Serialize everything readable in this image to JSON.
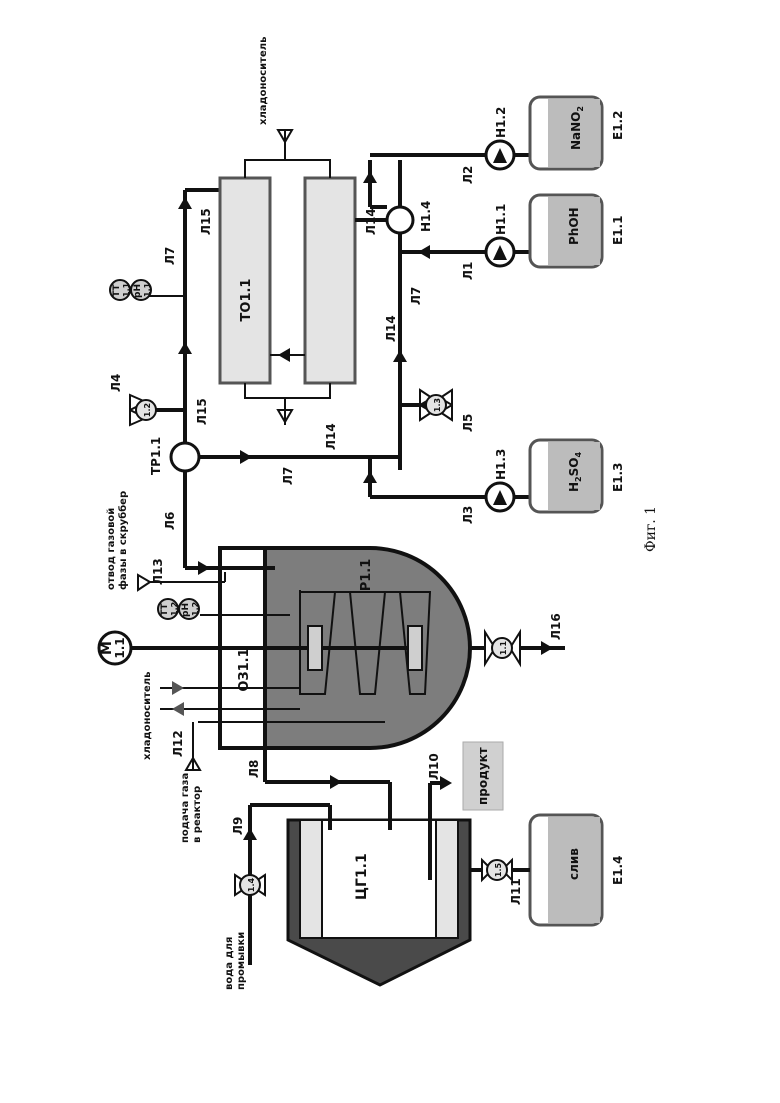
{
  "figure_caption": "Фиг. 1",
  "colors": {
    "reactor_fill": "#7d7d7d",
    "vessel_frame": "#4a4a4a",
    "light_fill": "#e4e4e4",
    "tank_fill": "#bcbcbc",
    "outline": "#111111"
  },
  "equipment": {
    "reactor": "Р1.1",
    "reactor_jacket": "ОЗ1.1",
    "centrifuge": "ЦГ1.1",
    "heat_exchanger": "ТО1.1",
    "tee": "ТР1.1",
    "motor_letter": "М",
    "motor_id": "1.1",
    "pump_h14": "Н1.4",
    "pump_h11": "Н1.1",
    "pump_h12": "Н1.2",
    "pump_h13": "Н1.3"
  },
  "tanks": {
    "e11": {
      "id": "Е1.1",
      "content": "PhOH"
    },
    "e12": {
      "id": "Е1.2",
      "content_main": "NaNO",
      "content_sub": "2"
    },
    "e13": {
      "id": "Е1.3",
      "content_pre": "H",
      "content_sub1": "2",
      "content_mid": "SO",
      "content_sub2": "4"
    },
    "e14": {
      "id": "Е1.4",
      "content": "слив"
    }
  },
  "valves": {
    "v11": "1.1",
    "v12": "1.2",
    "v13": "1.3",
    "v14": "1.4",
    "v15": "1.5"
  },
  "instruments": {
    "tt_letters": "TT",
    "ph_letters": "pH",
    "tt11_num": "1.1",
    "ph11_num": "1.1",
    "tt12_num": "1.2",
    "ph12_num": "1.2"
  },
  "lines": {
    "l1": "Л1",
    "l2": "Л2",
    "l3": "Л3",
    "l4": "Л4",
    "l5": "Л5",
    "l6": "Л6",
    "l7": "Л7",
    "l8": "Л8",
    "l9": "Л9",
    "l10": "Л10",
    "l11": "Л11",
    "l12": "Л12",
    "l13": "Л13",
    "l14": "Л14",
    "l15": "Л15",
    "l16": "Л16"
  },
  "text": {
    "coolant": "хладоноситель",
    "gas_out_1": "отвод газовой",
    "gas_out_2": "фазы в скруббер",
    "gas_in_1": "подача газа",
    "gas_in_2": "в реактор",
    "wash_1": "вода для",
    "wash_2": "промывки",
    "product": "продукт"
  }
}
